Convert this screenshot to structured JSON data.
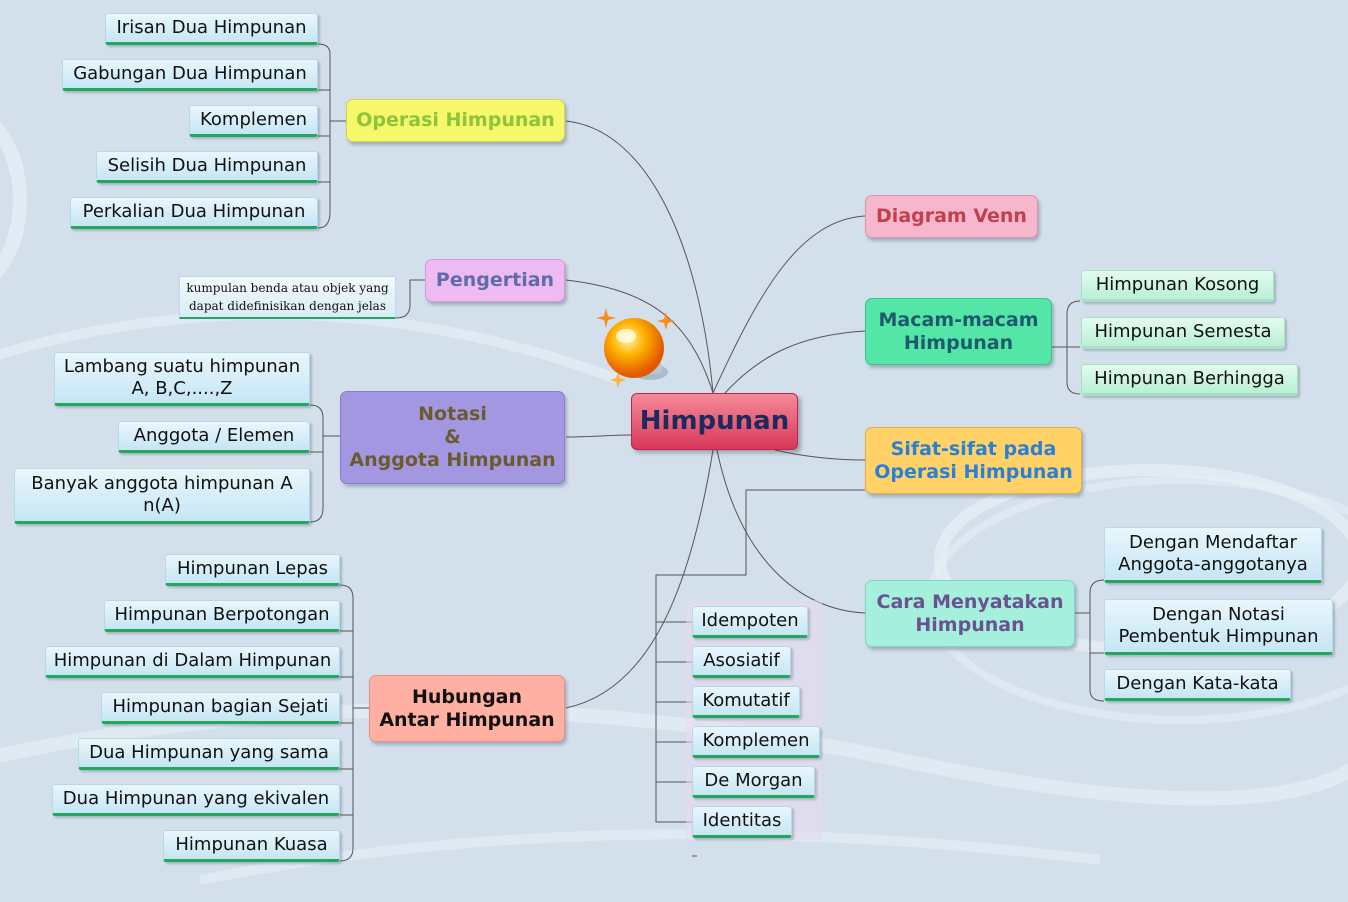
{
  "mindmap": {
    "central": "Himpunan",
    "branches": {
      "operasi": {
        "label": "Operasi Himpunan",
        "children": [
          "Irisan Dua Himpunan",
          "Gabungan Dua Himpunan",
          "Komplemen",
          "Selisih Dua Himpunan",
          "Perkalian Dua Himpunan"
        ]
      },
      "pengertian": {
        "label": "Pengertian",
        "note": "kumpulan benda atau objek yang\ndapat didefinisikan dengan jelas"
      },
      "notasi": {
        "label": "Notasi\n&\nAnggota Himpunan",
        "children": [
          "Lambang suatu himpunan\nA, B,C,....,Z",
          "Anggota / Elemen",
          "Banyak anggota himpunan A\nn(A)"
        ]
      },
      "hubungan": {
        "label": "Hubungan\nAntar Himpunan",
        "children": [
          "Himpunan Lepas",
          "Himpunan Berpotongan",
          "Himpunan di Dalam Himpunan",
          "Himpunan bagian Sejati",
          "Dua Himpunan yang sama",
          "Dua Himpunan yang ekivalen",
          "Himpunan Kuasa"
        ]
      },
      "diagram": {
        "label": "Diagram Venn"
      },
      "macam": {
        "label": "Macam-macam\nHimpunan",
        "children": [
          "Himpunan Kosong",
          "Himpunan Semesta",
          "Himpunan Berhingga"
        ]
      },
      "sifat": {
        "label": "Sifat-sifat pada\nOperasi Himpunan",
        "children": [
          "Idempoten",
          "Asosiatif",
          "Komutatif",
          "Komplemen",
          "De Morgan",
          "Identitas"
        ]
      },
      "cara": {
        "label": "Cara Menyatakan\nHimpunan",
        "children": [
          "Dengan Mendaftar\nAnggota-anggotanya",
          "Dengan Notasi\nPembentuk Himpunan",
          "Dengan Kata-kata"
        ]
      }
    }
  },
  "colors": {
    "background": "#d3e0ec",
    "leaf_underline": "#21a85a",
    "connector": "#555555",
    "operasi": "#f7f76a",
    "operasi_text": "#8cc43a",
    "pengertian": "#efb9f2",
    "pengertian_text": "#5b6ea8",
    "notasi": "#a497e2",
    "notasi_text": "#6b5a2e",
    "hubungan": "#ffb0a2",
    "hubungan_text": "#111111",
    "diagram": "#f7b6cc",
    "diagram_text": "#c2404e",
    "macam": "#54e6a6",
    "macam_text": "#1e5a6e",
    "sifat": "#ffd166",
    "sifat_text": "#2a7fd6",
    "cara": "#a4f0dc",
    "cara_text": "#6a5290"
  },
  "icons": {
    "central_icon": "lightbulb-icon"
  }
}
